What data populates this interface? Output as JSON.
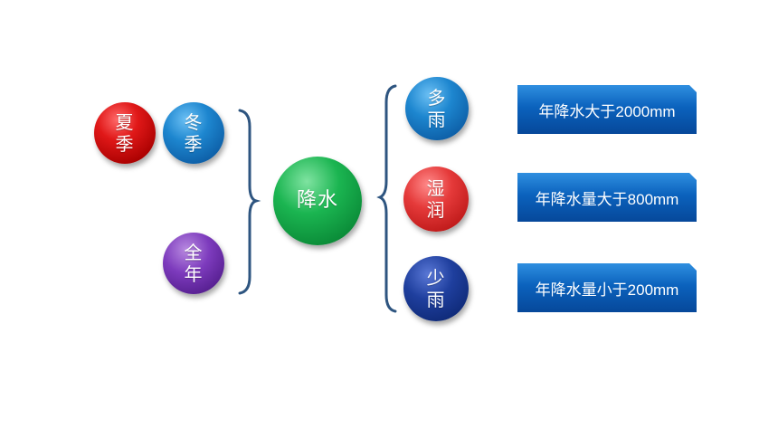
{
  "left_group": [
    {
      "text": "夏\n季",
      "color": "red"
    },
    {
      "text": "冬\n季",
      "color": "blue"
    },
    {
      "text": "全\n年",
      "color": "purple"
    }
  ],
  "center": {
    "text": "降水",
    "color": "green"
  },
  "right_group": [
    {
      "text": "多\n雨",
      "color": "blue",
      "box": "年降水大于2000mm"
    },
    {
      "text": "湿\n润",
      "color": "red",
      "box": "年降水量大于800mm"
    },
    {
      "text": "少\n雨",
      "color": "navy",
      "box": "年降水量小于200mm"
    }
  ]
}
